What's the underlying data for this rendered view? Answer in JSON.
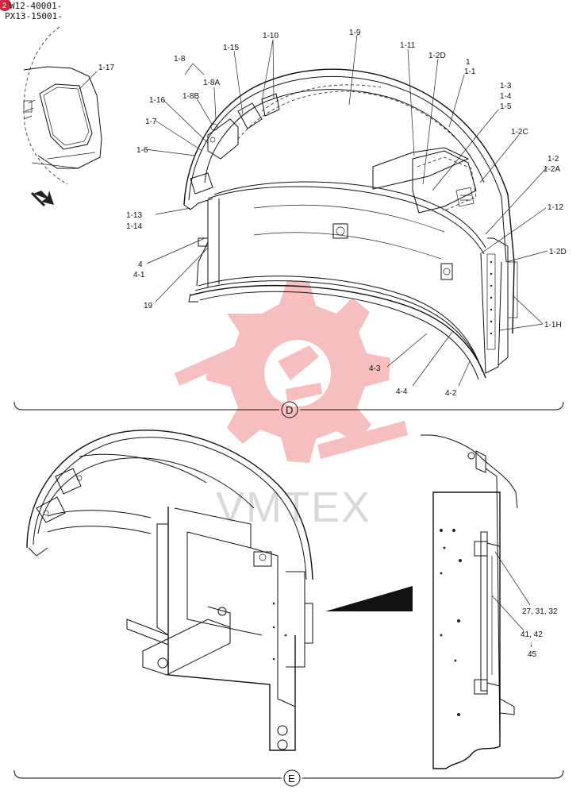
{
  "header": {
    "badge_text": "2",
    "serial_lines": [
      "W12-40001-",
      "PX13-15001-"
    ]
  },
  "watermark": {
    "text": "VMTEX",
    "gear_color": "#f08a8a"
  },
  "sections": {
    "d": "D",
    "e": "E"
  },
  "part_labels": {
    "p1_17": "1-17",
    "p1_8": "1-8",
    "p1_8a": "1-8A",
    "p1_8b": "1-8B",
    "p1_15": "1-15",
    "p1_10": "1-10",
    "p1_9": "1-9",
    "p1_11": "1-11",
    "p1_2d_top": "1-2D",
    "p1": "1",
    "p1_1": "1-1",
    "p1_16": "1-16",
    "p1_7": "1-7",
    "p1_3": "1-3",
    "p1_4": "1-4",
    "p1_5": "1-5",
    "p1_2c": "1-2C",
    "p1_6": "1-6",
    "p1_2": "1-2",
    "p1_2a": "1-2A",
    "p1_12": "1-12",
    "p1_13": "1-13",
    "p1_14": "1-14",
    "p1_2d_right": "1-2D",
    "p4": "4",
    "p4_1": "4-1",
    "p19": "19",
    "p1_1h": "1-1H",
    "p4_3": "4-3",
    "p4_4": "4-4",
    "p4_2": "4-2",
    "p27_31_32": "27, 31, 32",
    "p41_42": "41, 42",
    "arrow_down": "↓",
    "p45": "45"
  }
}
